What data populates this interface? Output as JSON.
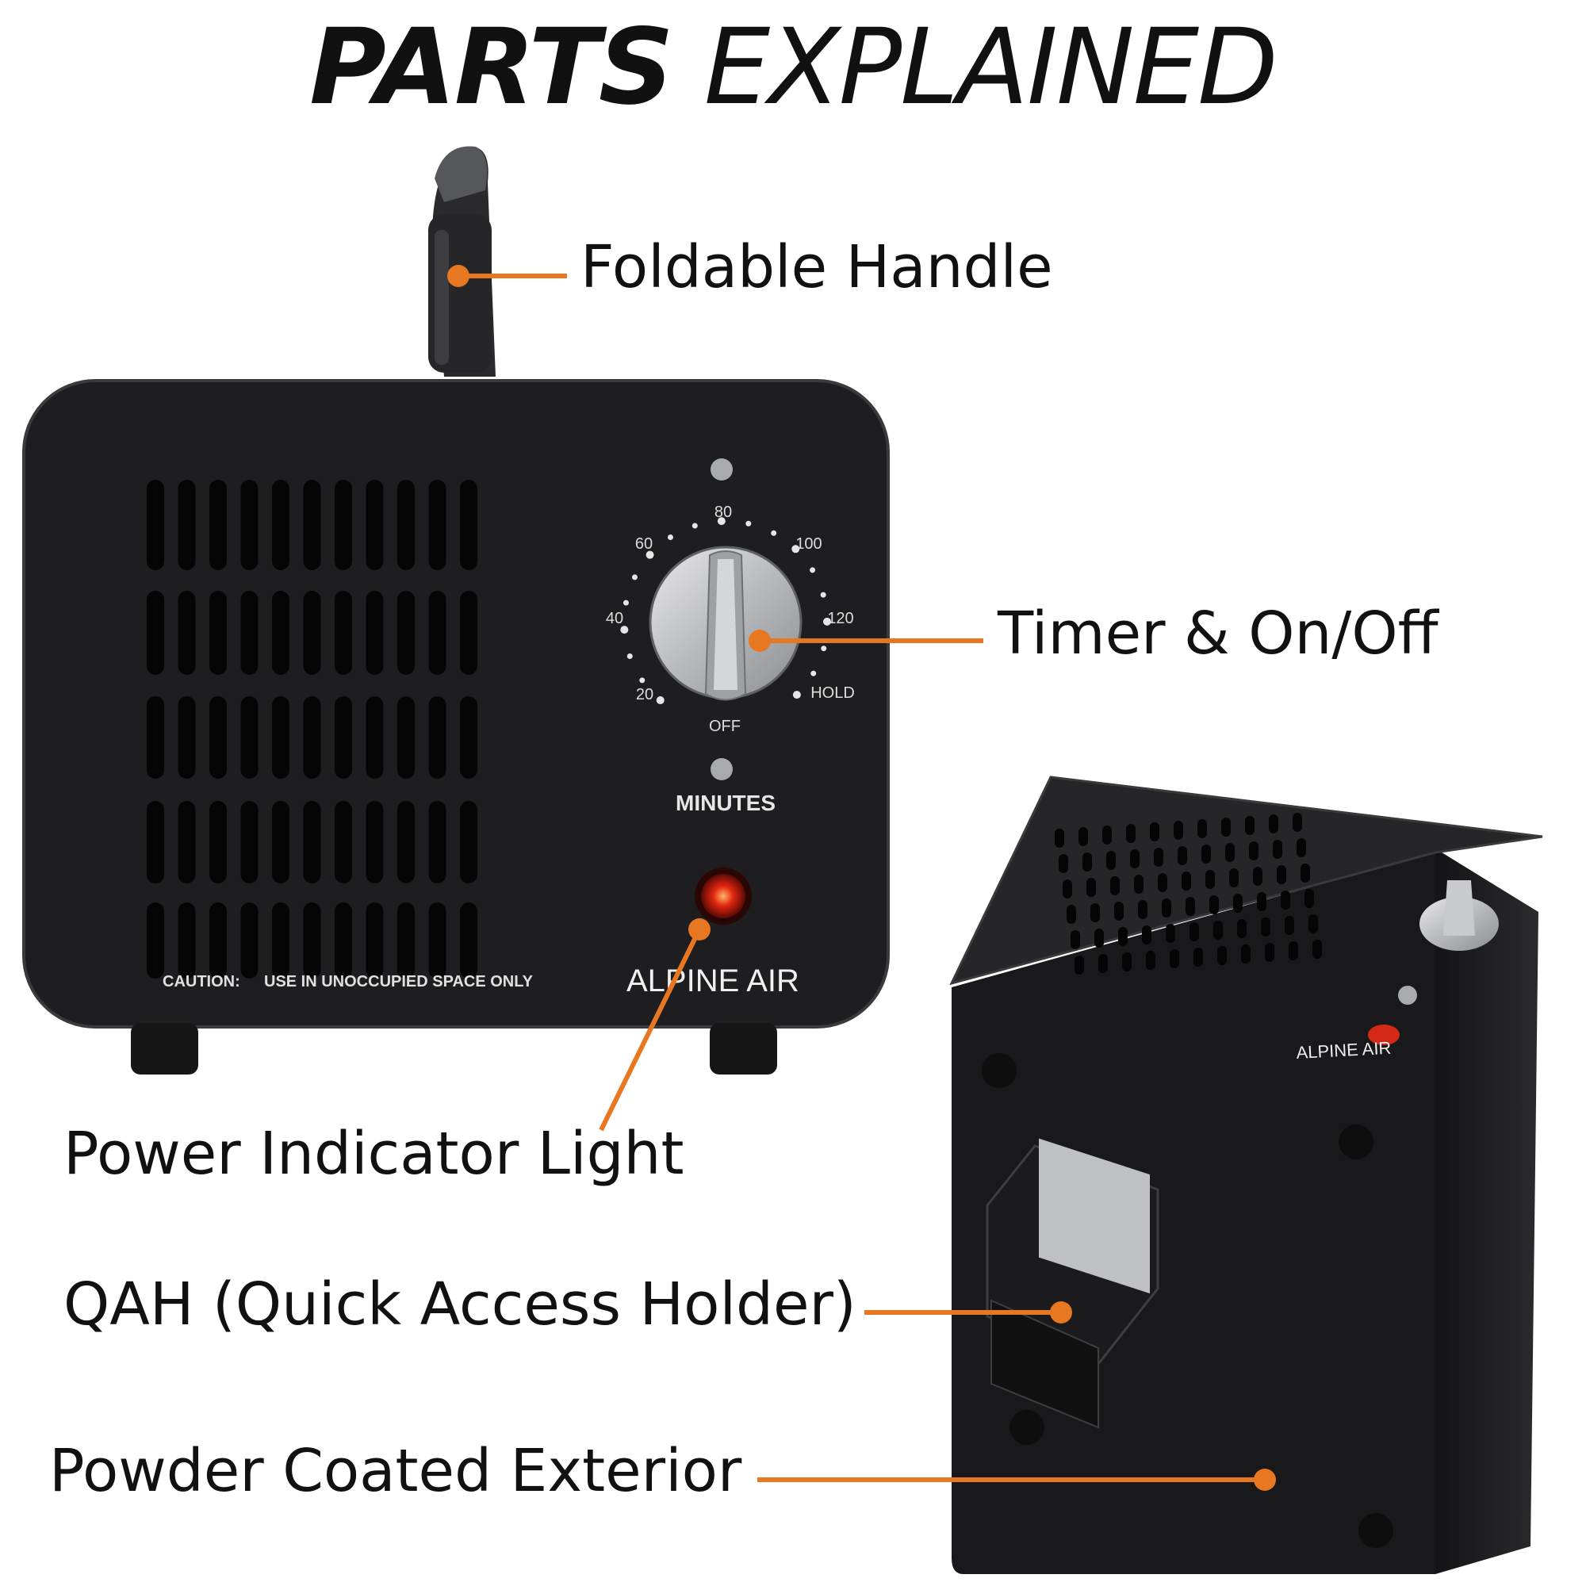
{
  "title": {
    "bold": "PARTS",
    "light": "EXPLAINED"
  },
  "callouts": {
    "handle": "Foldable Handle",
    "timer": "Timer & On/Off",
    "power": "Power Indicator Light",
    "qah": "QAH (Quick Access Holder)",
    "exterior": "Powder Coated Exterior"
  },
  "device": {
    "dial_labels": [
      "80",
      "60",
      "100",
      "40",
      "120",
      "20",
      "HOLD",
      "OFF"
    ],
    "minutes": "MINUTES",
    "caution": "CAUTION:",
    "caution_text": "USE IN UNOCCUPIED SPACE ONLY",
    "brand": "ALPINE AIR"
  },
  "colors": {
    "accent": "#e87722",
    "body": "#1e1e20",
    "text": "#111111"
  }
}
